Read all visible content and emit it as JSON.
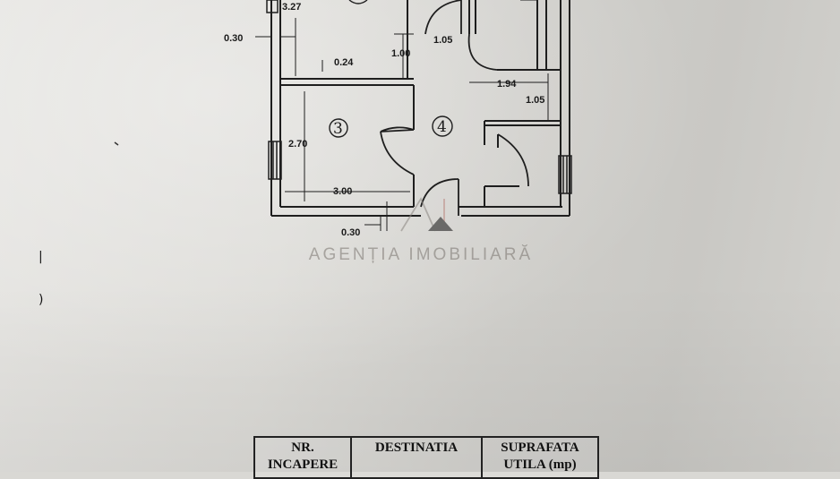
{
  "plan": {
    "dims": {
      "d_3_27": "3.27",
      "d_0_30_top": "0.30",
      "d_0_24": "0.24",
      "d_1_00": "1.00",
      "d_1_05_top": "1.05",
      "d_1_94": "1.94",
      "d_1_05_right": "1.05",
      "d_2_70": "2.70",
      "d_3_00": "3.00",
      "d_0_30_bottom": "0.30"
    },
    "rooms": {
      "room_3": "3",
      "room_4": "4"
    }
  },
  "watermark": {
    "agency": "AGENȚIA IMOBILIARĂ",
    "logo_letters": "AI"
  },
  "table": {
    "col1": "NR. INCAPERE",
    "col2": "DESTINATIA",
    "col3": "SUPRAFATA UTILA (mp)"
  },
  "colors": {
    "ink": "#1a1a1a",
    "paper": "#dcdbd7"
  }
}
